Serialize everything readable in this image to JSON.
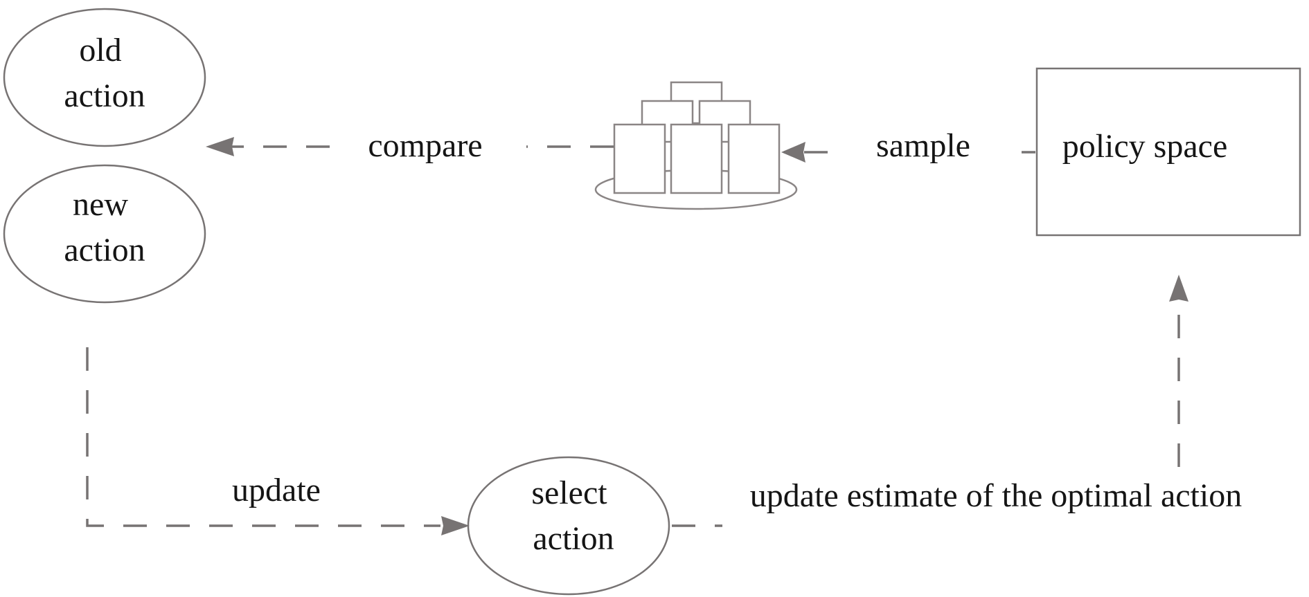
{
  "labels": {
    "old_action": "old\naction",
    "new_action": "new\naction",
    "compare": "compare",
    "sample": "sample",
    "policy_space": "policy space",
    "update": "update",
    "select_action": "select\naction",
    "update_estimate": "update estimate of the optimal action"
  },
  "colors": {
    "stroke": "#777373",
    "text": "#151515",
    "background": "#ffffff"
  }
}
